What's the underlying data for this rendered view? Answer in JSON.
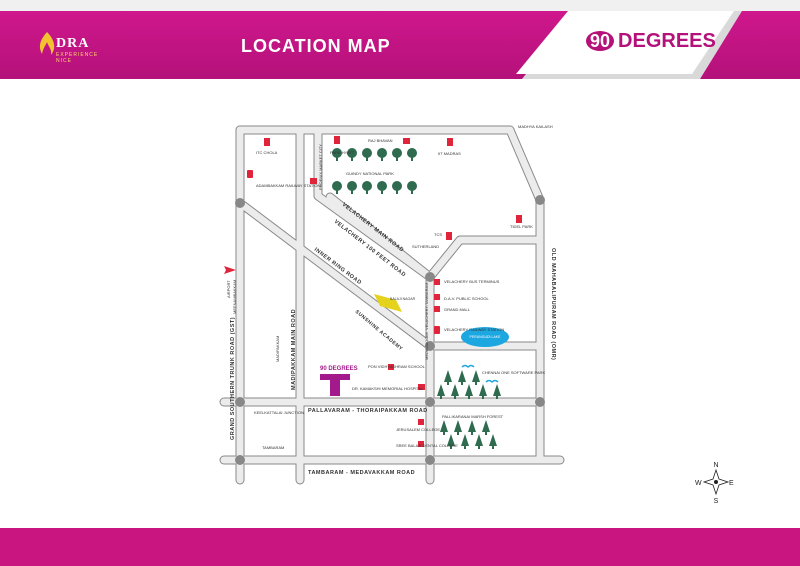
{
  "header": {
    "title": "LOCATION MAP",
    "logo_text": "DRA",
    "logo_sub": "EXPERIENCE NICE",
    "brand_number": "90",
    "brand_text": "DEGREES"
  },
  "colors": {
    "magenta": "#c9157f",
    "road_fill": "#ececec",
    "road_stroke": "#8a8a8a",
    "tree": "#2e6b4f",
    "landmark": "#e0243b",
    "lake": "#1da7e0",
    "project": "#e5d21d",
    "project_logo": "#a21a8c"
  },
  "labels": {
    "madhya_kailash": "MADHYA KAILASH",
    "itc_chola": "ITC CHOLA",
    "phoenix": "PHOENIX MARKET CITY",
    "park_hyatt": "PARK HYATT",
    "raj_bhavan": "RAJ BHAVAN",
    "iit_madras": "IIT MADRAS",
    "guindy": "GUINDY NATIONAL PARK",
    "adambakkam": "ADAMBAKKAM RAILWAY STATION",
    "tidel": "TIDEL PARK",
    "tcs": "TCS",
    "sutherland": "SUTHERLAND",
    "bus_terminus": "VELACHERY BUS TERMINUS",
    "dav": "D.A.V. PUBLIC SCHOOL",
    "grand_mall": "GRAND MALL",
    "railway_station": "VELACHERY RAILWAY STATION",
    "lake": "PERUNGUDI LAKE",
    "airport": "AIRPORT",
    "meenambakkam": "MEENAMBAKKAM",
    "madipakkam": "MADIPAKKAM",
    "sunshine": "SUNSHINE ACADEMY",
    "pon": "PON VIDHYASHRAM SCHOOL",
    "kamakshi": "DR. KAMAKSHI MEMORIAL HOSPITAL",
    "chennai_one": "CHENNAI ONE SOFTWARE PARK",
    "pallikaranai": "PALLIKARANAI MARSH FOREST",
    "keelkattalai": "KEELKATTALAI JUNCTION",
    "jerusalem": "JERUSALEM COLLEGE",
    "balaji": "SREE BALAJI DENTAL COLLEGE",
    "tambaram": "TAMBARAM",
    "project_logo": "90 DEGREES",
    "project_road": "BALAJI NAGAR"
  },
  "roads": {
    "velachery_main": "VELACHERY MAIN ROAD",
    "velachery_100": "VELACHERY 100 FEET ROAD",
    "inner_ring": "INNER RING ROAD",
    "madipakkam_main": "MADIPAKKAM MAIN ROAD",
    "velachery_tambaram": "VELACHERY-TAMBARAM",
    "pallavaram": "PALLAVARAM - THORAIPAKKAM ROAD",
    "tambaram_medavakkam": "TAMBARAM - MEDAVAKKAM ROAD",
    "omr": "OLD MAHABALIPURAM ROAD (OMR)",
    "gst": "GRAND SOUTHERN TRUNK ROAD (GST)",
    "medavakkam": "MEDAVAKKAM"
  },
  "compass": {
    "n": "N",
    "s": "S",
    "e": "E",
    "w": "W"
  }
}
